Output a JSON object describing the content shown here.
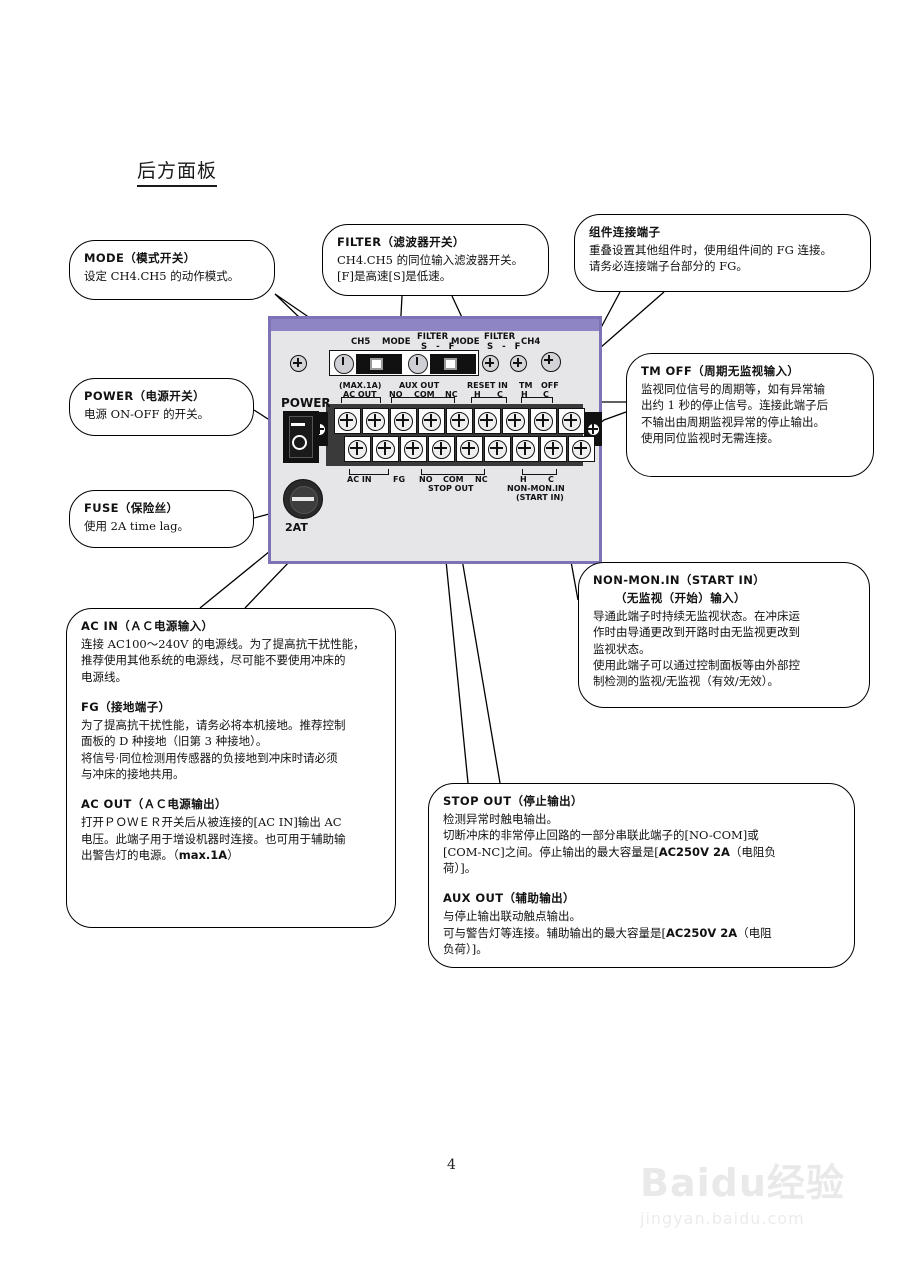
{
  "page": {
    "title": "后方面板",
    "number": "4"
  },
  "watermark": {
    "main": "Baidu经验",
    "sub": "jingyan.baidu.com"
  },
  "callouts": {
    "mode": {
      "heading": "MODE（模式开关）",
      "body": "设定 CH4.CH5 的动作模式。"
    },
    "filter": {
      "heading": "FILTER（滤波器开关）",
      "body_line1": "CH4.CH5 的同位输入滤波器开关。",
      "body_line2": "[F]是高速[S]是低速。"
    },
    "unit_connect": {
      "heading": "组件连接端子",
      "body_line1": "重叠设置其他组件时，使用组件间的 FG 连接。",
      "body_line2": "请务必连接端子台部分的 FG。"
    },
    "power": {
      "heading": "POWER（电源开关）",
      "body": "电源 ON-OFF 的开关。"
    },
    "fuse": {
      "heading": "FUSE（保险丝）",
      "body": "使用 2A time lag。"
    },
    "tm_off": {
      "heading": "TM OFF（周期无监视输入）",
      "body_line1": "监视同位信号的周期等，如有异常输",
      "body_line2": "出约 1 秒的停止信号。连接此端子后",
      "body_line3": "不输出由周期监视异常的停止输出。",
      "body_line4": "使用同位监视时无需连接。"
    },
    "non_mon_in": {
      "heading": "NON-MON.IN（START IN）",
      "heading_sub": "（无监视（开始）输入）",
      "body_line1": "导通此端子时持续无监视状态。在冲床运",
      "body_line2": "作时由导通更改到开路时由无监视更改到",
      "body_line3": "监视状态。",
      "body_line4": "使用此端子可以通过控制面板等由外部控",
      "body_line5": "制检测的监视/无监视（有效/无效）。"
    },
    "ac_in": {
      "heading": "AC IN（ＡＣ电源输入）",
      "body_line1": "连接 AC100～240V 的电源线。为了提高抗干扰性能，",
      "body_line2": "推荐使用其他系统的电源线，尽可能不要使用冲床的",
      "body_line3": "电源线。"
    },
    "fg": {
      "heading": "FG（接地端子）",
      "body_line1": "为了提高抗干扰性能，请务必将本机接地。推荐控制",
      "body_line2": "面板的 D 种接地（旧第 3 种接地）。",
      "body_line3": "将信号·同位检测用传感器的负接地到冲床时请必须",
      "body_line4": "与冲床的接地共用。"
    },
    "ac_out": {
      "heading": "AC OUT（ＡＣ电源输出）",
      "body_line1": "打开ＰＯＷＥＲ开关后从被连接的[AC IN]输出 AC",
      "body_line2": "电压。此端子用于增设机器时连接。也可用于辅助输",
      "body_line3_pre": "出警告灯的电源。（",
      "body_line3_bold": "max.1A",
      "body_line3_post": "）"
    },
    "stop_out": {
      "heading": "STOP OUT（停止输出）",
      "body_line1": "检测异常时触电输出。",
      "body_line2": "切断冲床的非常停止回路的一部分串联此端子的[NO-COM]或",
      "body_line3_pre": "[COM-NC]之间。停止输出的最大容量是[",
      "body_line3_bold": "AC250V 2A",
      "body_line3_post": "（电阻负",
      "body_line4": "荷）]。"
    },
    "aux_out": {
      "heading": "AUX OUT（辅助输出）",
      "body_line1": "与停止输出联动触点输出。",
      "body_line2_pre": "可与警告灯等连接。辅助输出的最大容量是[",
      "body_line2_bold": "AC250V 2A",
      "body_line2_post": "（电阻",
      "body_line3": "负荷）]。"
    }
  },
  "device": {
    "top_labels": {
      "ch5": "CH5",
      "mode1": "MODE",
      "filter1": "FILTER",
      "filter1_sf": "S - F",
      "mode2": "MODE",
      "filter2": "FILTER",
      "filter2_sf": "S - F",
      "ch4": "CH4"
    },
    "upper_terminal_captions": {
      "max_1a": "(MAX.1A)",
      "ac_out": "AC OUT",
      "aux_out": "AUX OUT",
      "no": "NO",
      "com": "COM",
      "nc": "NC",
      "reset_in": "RESET IN",
      "reset_h": "H",
      "reset_c": "C",
      "tm": "TM",
      "off": "OFF",
      "tm_h": "H",
      "off_c": "C"
    },
    "lower_terminal_captions": {
      "ac_in": "AC IN",
      "fg": "FG",
      "no": "NO",
      "com": "COM",
      "nc": "NC",
      "stop_out": "STOP OUT",
      "h": "H",
      "c": "C",
      "non_mon_in": "NON-MON.IN",
      "start_in": "(START IN)"
    },
    "power_label": "POWER",
    "fuse_rating": "2AT",
    "colors": {
      "panel_bg": "#e6e6e9",
      "panel_border": "#7b72b8",
      "panel_topbar": "#8e86c4",
      "terminal_block": "#3a3a3a"
    }
  }
}
